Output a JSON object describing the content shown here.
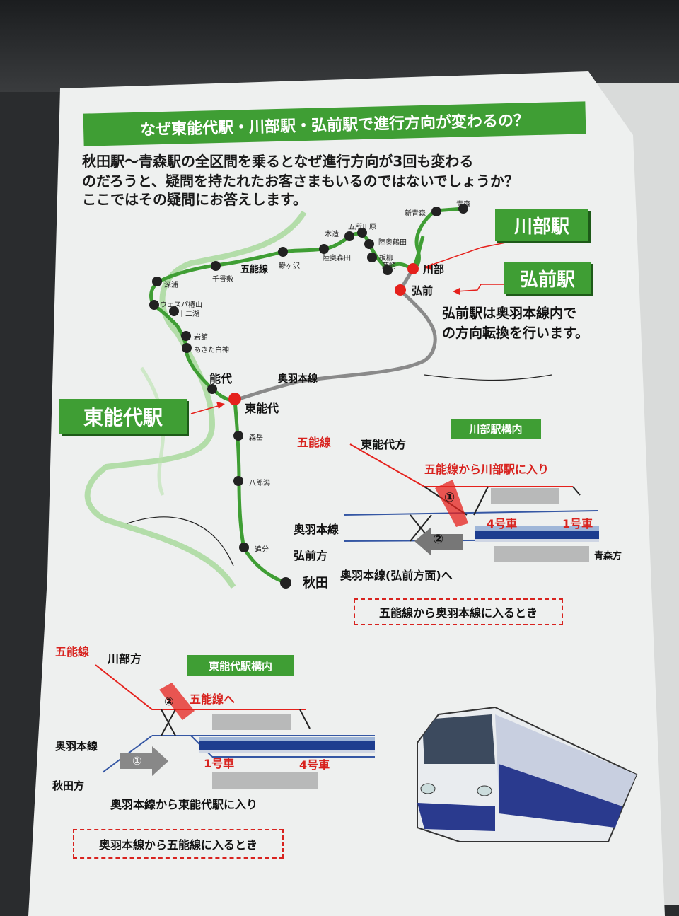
{
  "header": {
    "title": "なぜ東能代駅・川部駅・弘前駅で進行方向が変わるの？"
  },
  "intro": {
    "line1": "秋田駅〜青森駅の全区間を乗るとなぜ進行方向が3回も変わる",
    "line2": "のだろうと、疑問を持たれたお客さまもいるのではないでしょうか？",
    "line3": "ここではその疑問にお答えします。"
  },
  "map": {
    "stations_small": [
      "青森",
      "新青森",
      "五所川原",
      "木造",
      "陸奥鶴田",
      "板柳",
      "藤崎",
      "鰺ヶ沢",
      "千畳敷",
      "深浦",
      "ウェスパ椿山",
      "十二湖",
      "岩館",
      "あきた白神",
      "森岳",
      "八郎潟",
      "追分",
      "陸奥森田"
    ],
    "station_kawabe": "川部",
    "station_hirosaki": "弘前",
    "station_noshiro": "能代",
    "station_higashinoshiro": "東能代",
    "station_akita": "秋田",
    "line_gono": "五能線",
    "line_ou": "奥羽本線",
    "tag_kawabe": "川部駅",
    "tag_hirosaki": "弘前駅",
    "tag_higashinoshiro": "東能代駅",
    "note_hirosaki_1": "弘前駅は奥羽本線内で",
    "note_hirosaki_2": "の方向転換を行います。",
    "colors": {
      "gono_line": "#3f9e34",
      "ou_line": "#888888",
      "accent_red": "#d8231f"
    }
  },
  "kawabe_diagram": {
    "tag": "川部駅構内",
    "gono_label": "五能線",
    "direction_noshiro": "東能代方",
    "caption_entry": "五能線から川部駅に入り",
    "ou_label": "奥羽本線",
    "direction_hirosaki": "弘前方",
    "direction_aomori": "青森方",
    "car4": "4号車",
    "car1": "1号車",
    "step1": "①",
    "step2": "②",
    "bottom_caption": "奥羽本線(弘前方面)へ",
    "box_caption": "五能線から奥羽本線に入るとき"
  },
  "higashinoshiro_diagram": {
    "gono_label": "五能線",
    "direction_kawabe": "川部方",
    "tag": "東能代駅構内",
    "to_gono": "五能線へ",
    "ou_label": "奥羽本線",
    "direction_akita": "秋田方",
    "car1": "1号車",
    "car4": "4号車",
    "step1": "①",
    "step2": "②",
    "caption_entry": "奥羽本線から東能代駅に入り",
    "box_caption": "奥羽本線から五能線に入るとき"
  }
}
